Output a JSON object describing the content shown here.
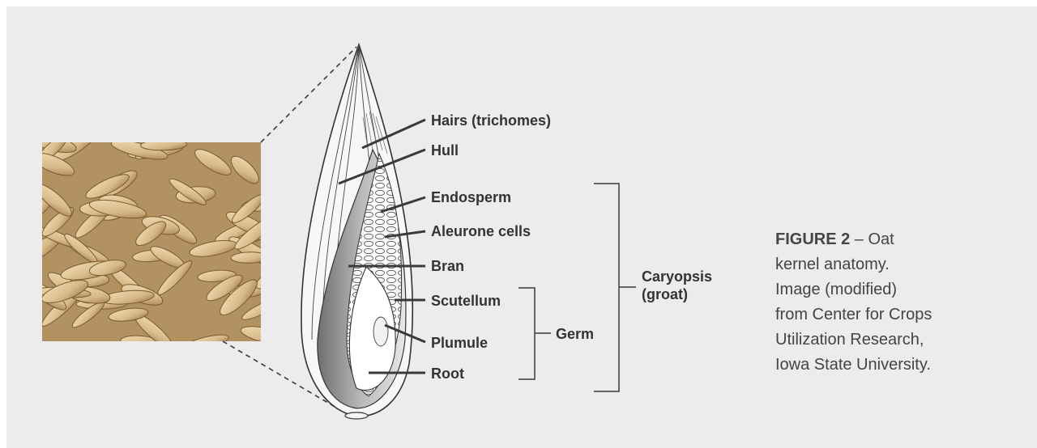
{
  "labels": {
    "hairs": "Hairs (trichomes)",
    "hull": "Hull",
    "endosperm": "Endosperm",
    "aleurone": "Aleurone cells",
    "bran": "Bran",
    "scutellum": "Scutellum",
    "plumule": "Plumule",
    "root": "Root",
    "germ": "Germ",
    "caryopsis_1": "Caryopsis",
    "caryopsis_2": "(groat)"
  },
  "caption": {
    "figure_number": "FIGURE 2",
    "dash": " – ",
    "line1": "Oat",
    "line2": "kernel anatomy.",
    "line3": "Image (modified)",
    "line4": "from Center for Crops",
    "line5": "Utilization Research,",
    "line6": "Iowa State University."
  },
  "colors": {
    "background": "#ececec",
    "label_text": "#333333",
    "leader_line": "#3a3a3a",
    "grain_light": "#e3c99a",
    "grain_dark": "#8a6a3c"
  }
}
